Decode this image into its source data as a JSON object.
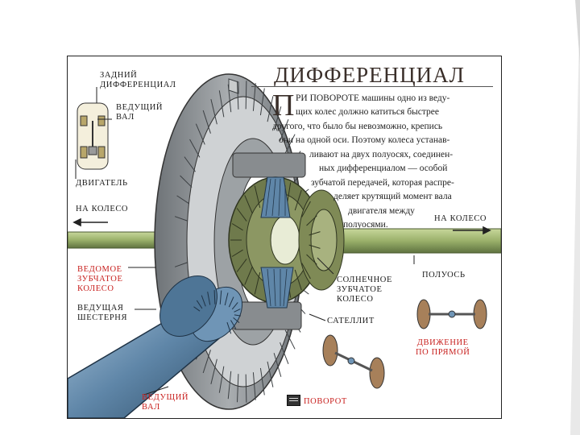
{
  "title": "ДИФФЕРЕНЦИАЛ",
  "intro": {
    "dropcap": "П",
    "lines": [
      "РИ ПОВОРОТЕ машины одно из веду-",
      "щих колес должно катиться быстрее",
      "другого, что было бы невозможно, крепись",
      "они на одной оси. Поэтому колеса устанав-",
      "ливают на двух полуосях, соединен-",
      "ных дифференциалом  —  особой",
      "зубчатой передачей, которая распре-",
      "деляет крутящий момент вала",
      "двигателя между",
      "полуосями."
    ]
  },
  "labels": {
    "rear_diff": [
      "ЗАДНИЙ",
      "ДИФФЕРЕНЦИАЛ"
    ],
    "drive_shaft_top": [
      "ВЕДУЩИЙ",
      "ВАЛ"
    ],
    "engine": "ДВИГАТЕЛЬ",
    "to_wheel_left": "НА КОЛЕСО",
    "to_wheel_right": "НА КОЛЕСО",
    "driven_gear": [
      "ВЕДОМОЕ",
      "ЗУБЧАТОЕ",
      "КОЛЕСО"
    ],
    "drive_pinion": [
      "ВЕДУЩАЯ",
      "ШЕСТЕРНЯ"
    ],
    "sun_gear": [
      "СОЛНЕЧНОЕ",
      "ЗУБЧАТОЕ",
      "КОЛЕСО"
    ],
    "half_axle": "ПОЛУОСЬ",
    "satellite": "САТЕЛЛИТ",
    "straight_motion": [
      "ДВИЖЕНИЕ",
      "ПО ПРЯМОЙ"
    ],
    "turn": "ПОВОРОТ",
    "drive_shaft_bottom": [
      "ВЕДУЩИЙ",
      "ВАЛ"
    ]
  },
  "colors": {
    "red_label": "#c8201e",
    "axle_green": "#9ab06a",
    "shaft_blue": "#5f86a8",
    "gear_gray": "#8a8f92",
    "spider_olive": "#6f7a4c"
  }
}
